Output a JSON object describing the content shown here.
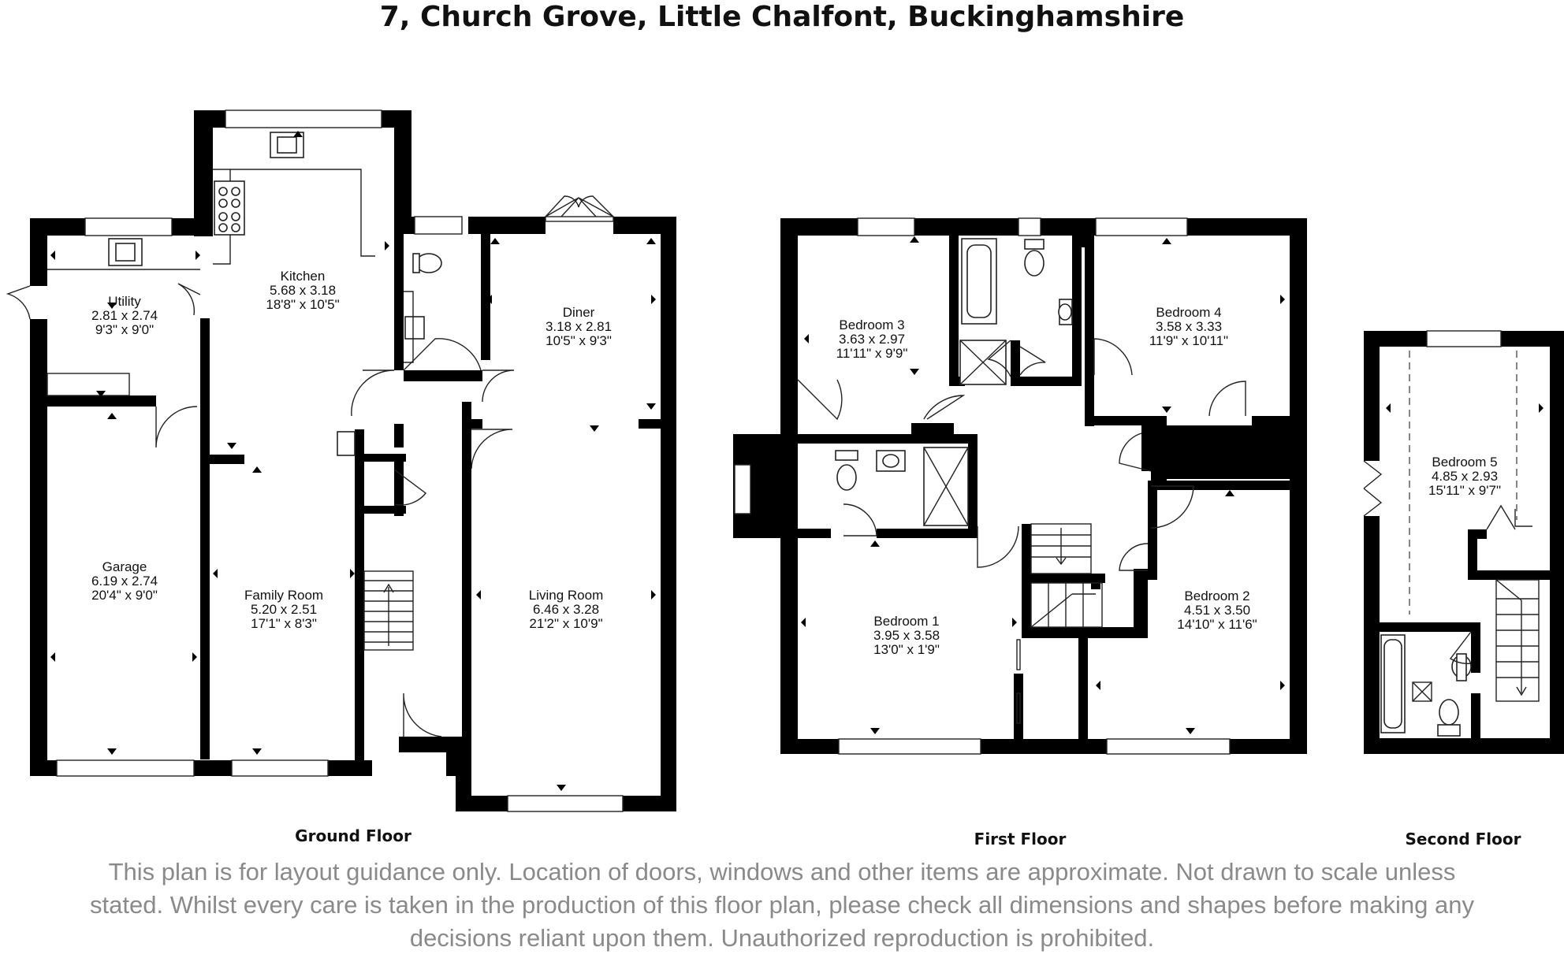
{
  "title": "7, Church Grove, Little Chalfont, Buckinghamshire",
  "floors": {
    "ground": "Ground Floor",
    "first": "First Floor",
    "second": "Second Floor"
  },
  "rooms": {
    "utility": {
      "name": "Utility",
      "metric": "2.81 x 2.74",
      "imperial": "9'3\" x 9'0\""
    },
    "kitchen": {
      "name": "Kitchen",
      "metric": "5.68 x 3.18",
      "imperial": "18'8\" x 10'5\""
    },
    "diner": {
      "name": "Diner",
      "metric": "3.18 x 2.81",
      "imperial": "10'5\" x 9'3\""
    },
    "garage": {
      "name": "Garage",
      "metric": "6.19 x 2.74",
      "imperial": "20'4\" x 9'0\""
    },
    "family_room": {
      "name": "Family Room",
      "metric": "5.20 x 2.51",
      "imperial": "17'1\" x 8'3\""
    },
    "living_room": {
      "name": "Living Room",
      "metric": "6.46 x 3.28",
      "imperial": "21'2\" x 10'9\""
    },
    "bedroom3": {
      "name": "Bedroom 3",
      "metric": "3.63 x 2.97",
      "imperial": "11'11\" x 9'9\""
    },
    "bedroom4": {
      "name": "Bedroom 4",
      "metric": "3.58 x 3.33",
      "imperial": "11'9\" x 10'11\""
    },
    "bedroom1": {
      "name": "Bedroom 1",
      "metric": "3.95 x 3.58",
      "imperial": "13'0\" x 1'9\""
    },
    "bedroom2": {
      "name": "Bedroom 2",
      "metric": "4.51 x 3.50",
      "imperial": "14'10\" x 11'6\""
    },
    "bedroom5": {
      "name": "Bedroom 5",
      "metric": "4.85 x 2.93",
      "imperial": "15'11\" x 9'7\""
    }
  },
  "disclaimer": {
    "line1": "This plan is for layout guidance only. Location of doors, windows and other items are approximate.  Not drawn to scale unless",
    "line2": "stated. Whilst every care is taken in the production of this floor plan, please check all dimensions and shapes before making any",
    "line3": "decisions reliant upon them. Unauthorized reproduction is prohibited."
  }
}
